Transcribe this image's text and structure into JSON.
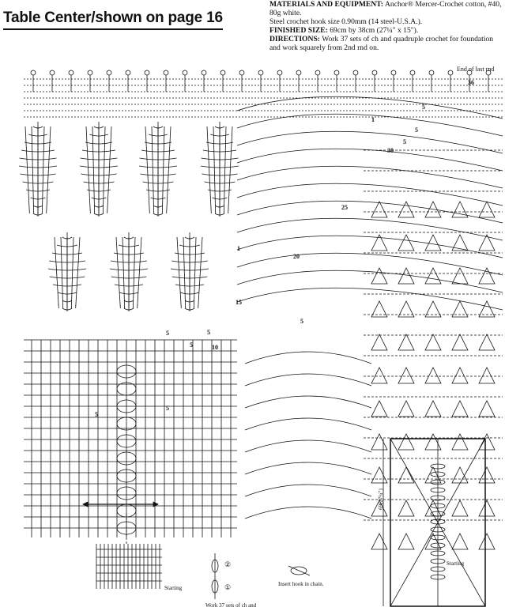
{
  "title": "Table Center/shown on page 16",
  "materials": {
    "materials_label": "MATERIALS AND EQUIPMENT:",
    "materials_text": "Anchor® Mercer-Crochet cotton, #40, 80g white.",
    "hook_text": "Steel crochet hook size 0.90mm (14 steel-U.S.A.).",
    "size_label": "FINISHED SIZE:",
    "size_text": "69cm by 38cm (27¼\" x 15\").",
    "directions_label": "DIRECTIONS:",
    "directions_text": "Work 37 sets of ch and quadruple crochet for foundation and work squarely from 2nd rnd on."
  },
  "labels": {
    "end_of_last_rnd": "End of last rnd",
    "starting_1": "Starting",
    "starting_2": "Starting",
    "work_sets": "Work 37 sets of ch and",
    "insert_hook": "Insert hook in chain.",
    "dimension": "69(27¼\")",
    "step_1": "①",
    "step_2": "②"
  },
  "round_numbers": [
    "36",
    "5",
    "1",
    "5",
    "5",
    "30",
    "25",
    "20",
    "15",
    "10",
    "5",
    "1",
    "5",
    "5",
    "5",
    "5",
    "5"
  ],
  "colors": {
    "ink": "#111111",
    "paper": "#ffffff"
  }
}
